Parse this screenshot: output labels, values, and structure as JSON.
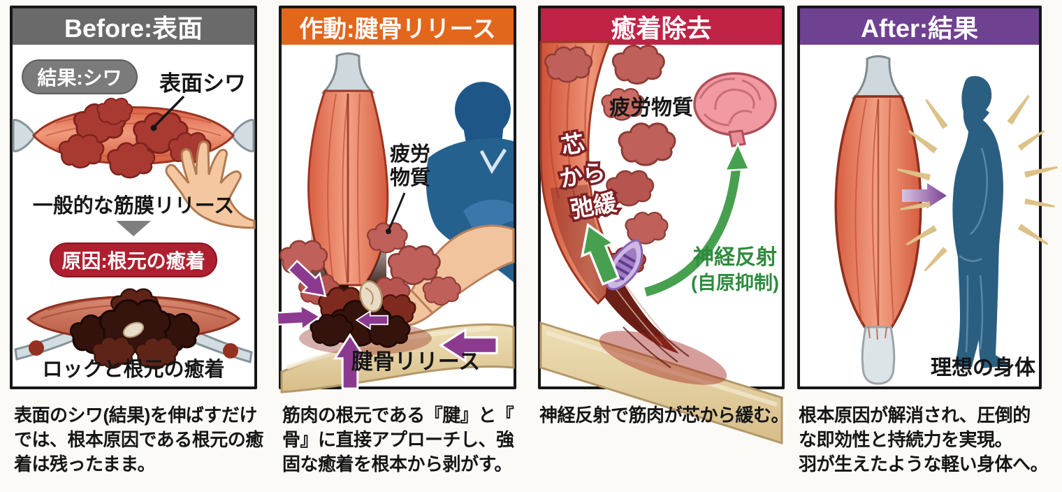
{
  "colors": {
    "panel1_header": "#6a6a6a",
    "panel2_header": "#e2661c",
    "panel3_header": "#bf2245",
    "panel4_header": "#6f4191",
    "badge_result_bg": "#7b7b7b",
    "badge_cause_bg": "#ae1f2f",
    "arrow_purple": "#8c3a90",
    "arrow_green": "#47a04f",
    "reflex_text_green": "#2e8b3e",
    "muscle_coral": "#e06648",
    "tendon_gray": "#cfd9dd",
    "bone_tan": "#e5d3a4",
    "therapist_blue": "#25618f",
    "body_silhouette_blue": "#2b5f81",
    "ray_tan": "#dcc189"
  },
  "panels": [
    {
      "id": "before",
      "header": "Before:表面",
      "badge_result": "結果:シワ",
      "label_surface_wrinkle": "表面シワ",
      "label_general_release": "一般的な筋膜リリース",
      "badge_cause": "原因:根元の癒着",
      "label_lock_adhesion": "ロックと根元の癒着",
      "caption_lines": [
        "表面のシワ(結果)を伸ばすだけ",
        "では、根本原因である根元の癒",
        "着は残ったまま。"
      ]
    },
    {
      "id": "action",
      "header": "作動:腱骨リリース",
      "label_fatigue_line1": "疲労",
      "label_fatigue_line2": "物質",
      "label_tendon_release": "腱骨リリース",
      "caption_lines": [
        "筋肉の根元である『腱』と『",
        "骨』に直接アプローチし、強",
        "固な癒着を根本から剥がす。"
      ]
    },
    {
      "id": "removal",
      "header": "癒着除去",
      "label_fatigue": "疲労物質",
      "label_core_lines": [
        "芯",
        "から",
        "弛緩"
      ],
      "label_reflex_line1": "神経反射",
      "label_reflex_line2": "(自原抑制)",
      "caption_lines": [
        "神経反射で筋肉が芯から緩む。"
      ]
    },
    {
      "id": "after",
      "header": "After:結果",
      "label_ideal_body": "理想の身体",
      "caption_lines": [
        "根本原因が解消され、圧倒的",
        "な即効性と持続力を実現。",
        "羽が生えたような軽い身体へ。"
      ]
    }
  ]
}
